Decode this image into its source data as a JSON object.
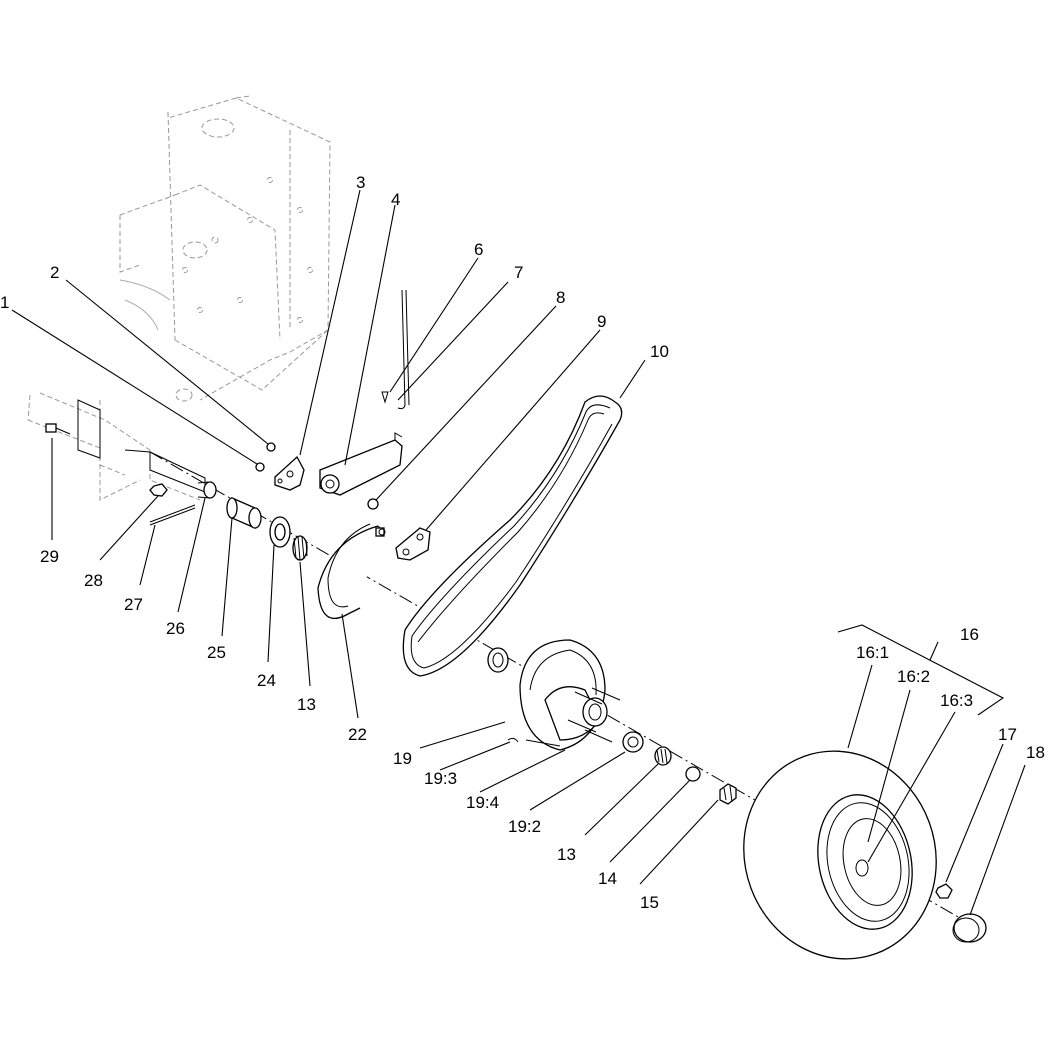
{
  "callouts": {
    "c1": "1",
    "c2": "2",
    "c3": "3",
    "c4": "4",
    "c6": "6",
    "c7": "7",
    "c8": "8",
    "c9": "9",
    "c10": "10",
    "c13a": "13",
    "c13b": "13",
    "c14": "14",
    "c15": "15",
    "c16": "16",
    "c16_1": "16:1",
    "c16_2": "16:2",
    "c16_3": "16:3",
    "c17": "17",
    "c18": "18",
    "c19": "19",
    "c19_2": "19:2",
    "c19_3": "19:3",
    "c19_4": "19:4",
    "c22": "22",
    "c24": "24",
    "c25": "25",
    "c26": "26",
    "c27": "27",
    "c28": "28",
    "c29": "29"
  }
}
